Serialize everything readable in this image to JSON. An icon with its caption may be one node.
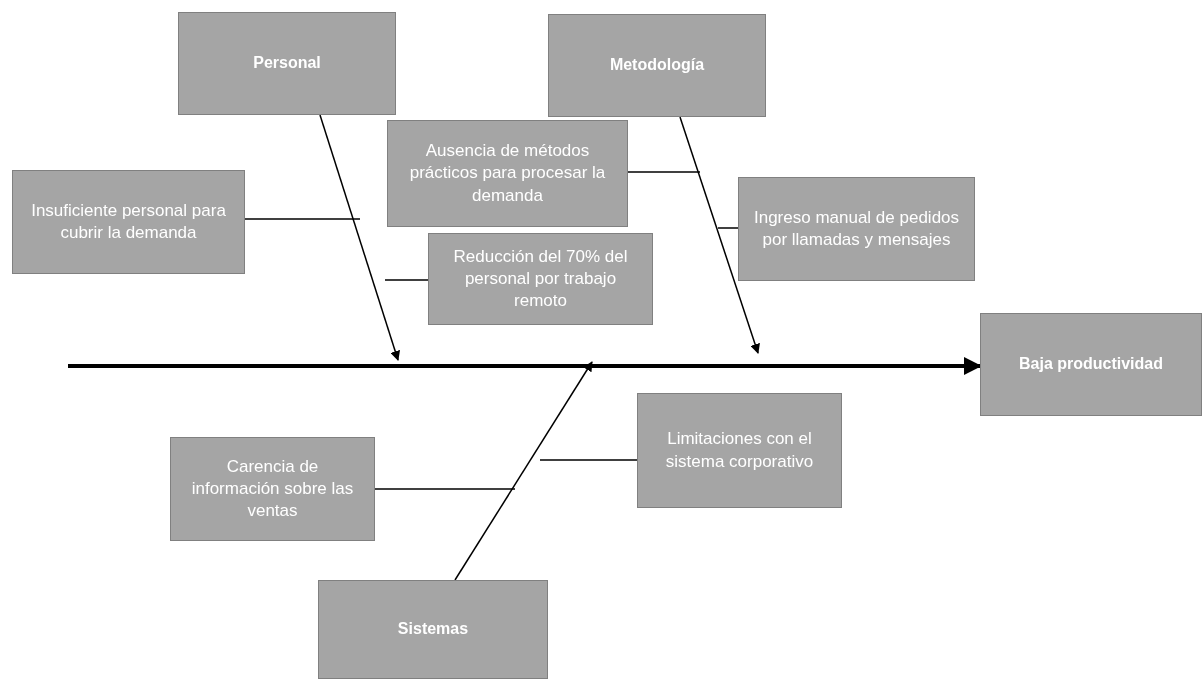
{
  "diagram": {
    "nodes": [
      {
        "text": [
          "Personal"
        ]
      },
      {
        "text": [
          "Metodología"
        ]
      },
      {
        "text": [
          "Insuficiente personal para cubrir la demanda"
        ]
      },
      {
        "text": [
          "Ausencia de métodos prácticos para procesar la demanda"
        ]
      },
      {
        "text": [
          "Ingreso manual de pedidos por llamadas y mensajes"
        ]
      },
      {
        "text": [
          "Reducción del 70% del personal por trabajo remoto"
        ]
      },
      {
        "text": [
          "Baja productividad"
        ]
      },
      {
        "text": [
          "Limitaciones con el sistema corporativo"
        ]
      },
      {
        "text": [
          "Carencia de información sobre las ventas"
        ]
      },
      {
        "text": [
          "Sistemas"
        ]
      }
    ],
    "edges": [
      {
        "from": null,
        "to": 6,
        "arrow": "to",
        "style": "thick"
      },
      {
        "from": 0,
        "to": null,
        "arrow": "to"
      },
      {
        "from": 1,
        "to": null,
        "arrow": "to"
      },
      {
        "from": 9,
        "to": null,
        "arrow": "to"
      },
      {
        "from": 2,
        "to": null,
        "arrow": "none"
      },
      {
        "from": 5,
        "to": null,
        "arrow": "none"
      },
      {
        "from": 3,
        "to": null,
        "arrow": "none"
      },
      {
        "from": 4,
        "to": null,
        "arrow": "none"
      },
      {
        "from": 8,
        "to": null,
        "arrow": "none"
      },
      {
        "from": 7,
        "to": null,
        "arrow": "none"
      }
    ]
  }
}
